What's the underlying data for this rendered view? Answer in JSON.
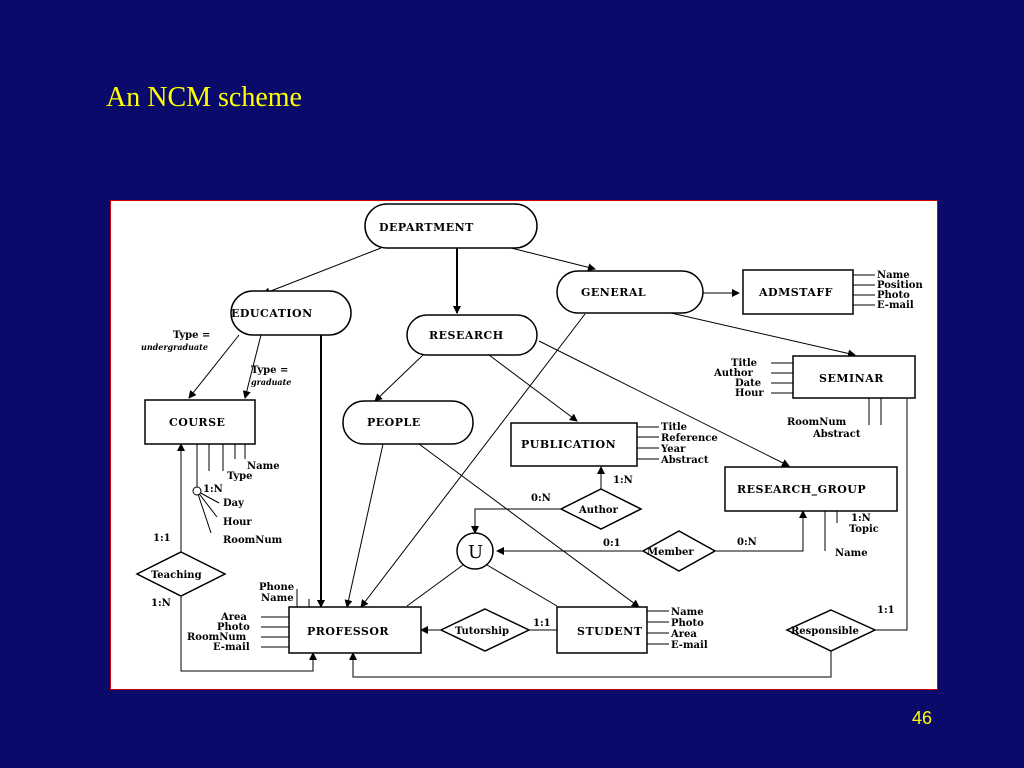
{
  "slide": {
    "title": "An NCM scheme",
    "page_number": "46"
  },
  "colors": {
    "background": "#0a0a6b",
    "title": "#ffff00",
    "frame_border": "#cc0000"
  },
  "diagram": {
    "nodes": {
      "department": "DEPARTMENT",
      "education": "EDUCATION",
      "research": "RESEARCH",
      "general": "GENERAL",
      "admstaff": "ADMSTAFF",
      "seminar": "SEMINAR",
      "course": "COURSE",
      "people": "PEOPLE",
      "publication": "PUBLICATION",
      "research_group": "RESEARCH_GROUP",
      "professor": "PROFESSOR",
      "student": "STUDENT",
      "union": "U"
    },
    "relationships": {
      "author": "Author",
      "member": "Member",
      "tutorship": "Tutorship",
      "teaching": "Teaching",
      "responsible": "Responsible"
    },
    "labels": {
      "type_undergraduate_1": "Type =",
      "type_undergraduate_2": "undergraduate",
      "type_graduate_1": "Type =",
      "type_graduate_2": "graduate"
    },
    "attributes": {
      "admstaff": [
        "Name",
        "Position",
        "Photo",
        "E-mail"
      ],
      "seminar_left": [
        "Title",
        "Author",
        "Date",
        "Hour"
      ],
      "seminar_bottom": [
        "RoomNum",
        "Abstract"
      ],
      "publication": [
        "Title",
        "Reference",
        "Year",
        "Abstract"
      ],
      "research_group_card": "1:N",
      "research_group": [
        "Topic",
        "Name"
      ],
      "course_card": "1:N",
      "course": [
        "Type",
        "Name",
        "Day",
        "Hour",
        "RoomNum"
      ],
      "professor_top": [
        "Phone",
        "Name"
      ],
      "professor_left": [
        "Area",
        "Photo",
        "RoomNum",
        "E-mail"
      ],
      "student": [
        "Name",
        "Photo",
        "Area",
        "E-mail"
      ]
    },
    "cardinalities": {
      "author_pub": "1:N",
      "author_u": "0:N",
      "member_u": "0:1",
      "member_rg": "0:N",
      "tutorship_student": "1:1",
      "teaching_course": "1:1",
      "teaching_prof": "1:N",
      "responsible": "1:1"
    }
  }
}
